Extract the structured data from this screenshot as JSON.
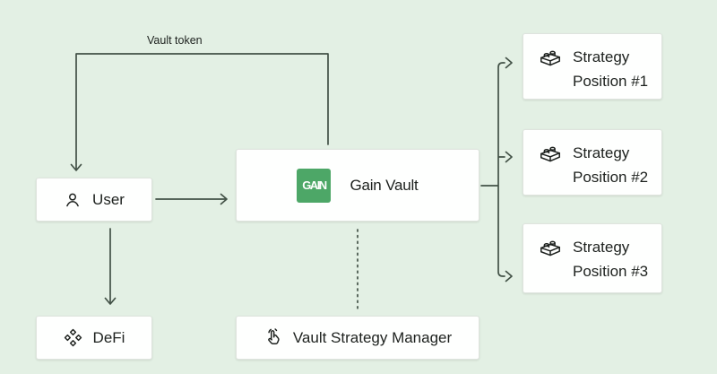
{
  "diagram": {
    "background_color": "#e3f0e4",
    "arrow_color": "#425146",
    "logo_color": "#4da767",
    "text_color": "#1d211e"
  },
  "edges": {
    "vault_token_label": "Vault token"
  },
  "nodes": {
    "user": {
      "label": "User",
      "icon": "user-icon"
    },
    "gain_vault": {
      "label": "Gain Vault",
      "logo_text": "GAIN",
      "icon": "gain-logo"
    },
    "defi": {
      "label": "DeFi",
      "icon": "diamonds-icon"
    },
    "vault_strategy_manager": {
      "label": "Vault Strategy Manager",
      "icon": "tap-hand-icon"
    },
    "strategy_positions": [
      {
        "label": "Strategy Position #1",
        "icon": "brick-icon"
      },
      {
        "label": "Strategy Position #2",
        "icon": "brick-icon"
      },
      {
        "label": "Strategy Position #3",
        "icon": "brick-icon"
      }
    ]
  }
}
